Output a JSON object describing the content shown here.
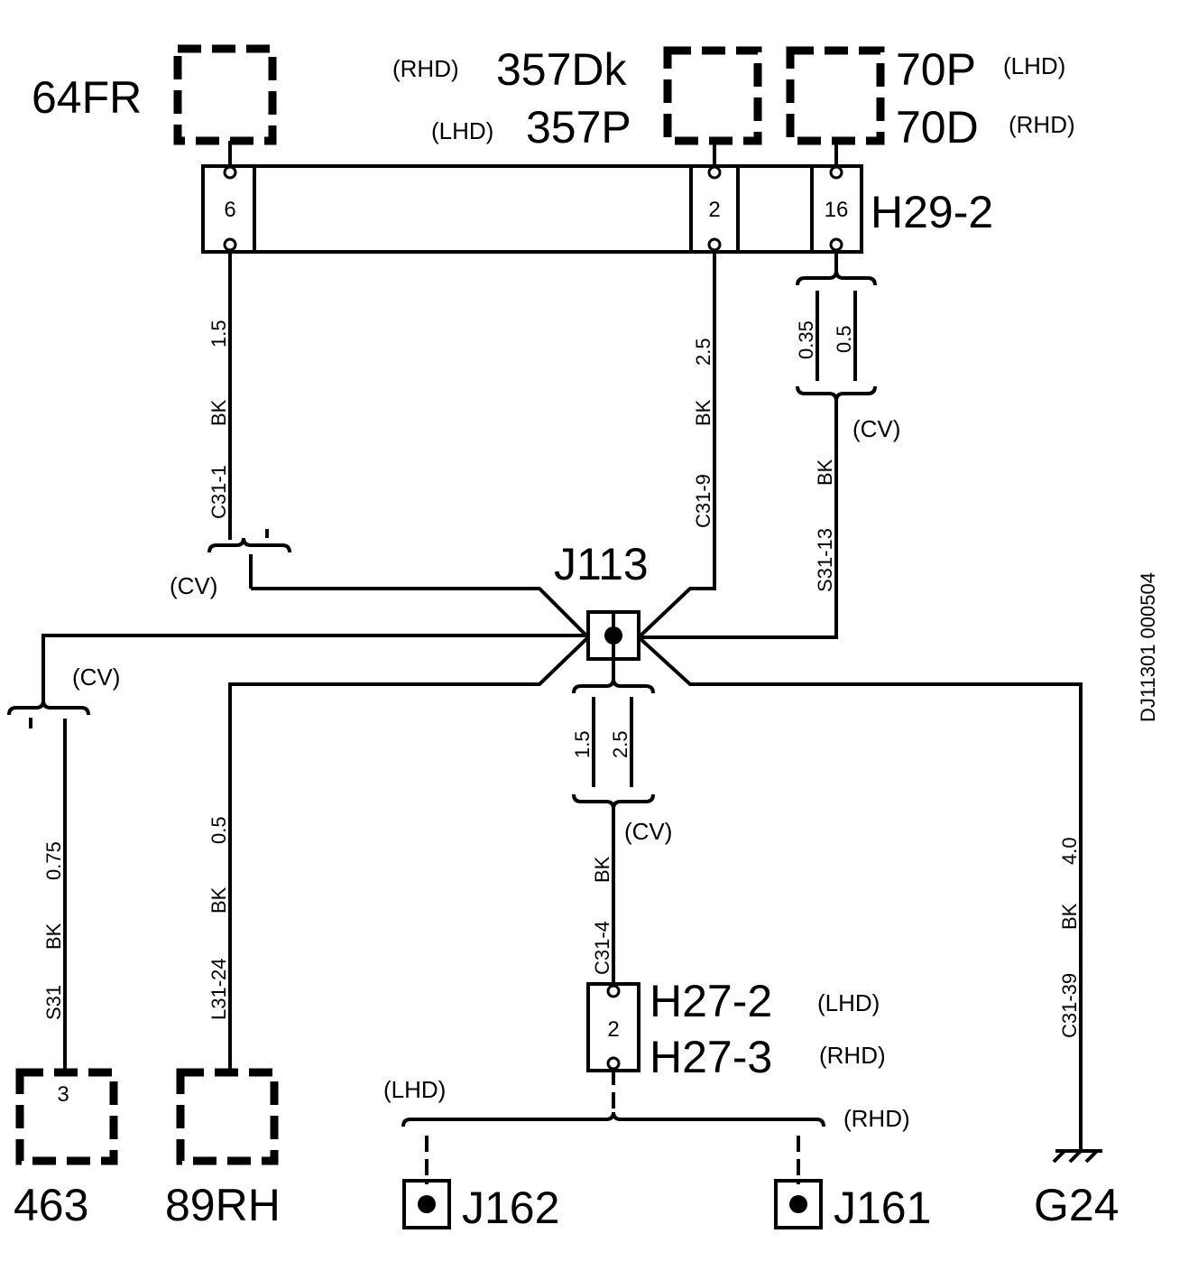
{
  "diagram_id": "DJ11301 000504",
  "components": {
    "c64fr": "64FR",
    "c357_top": {
      "variant": "(RHD)",
      "label": "357Dk"
    },
    "c357_bottom": {
      "variant": "(LHD)",
      "label": "357P"
    },
    "c70_top": {
      "label": "70P",
      "variant": "(LHD)"
    },
    "c70_bottom": {
      "label": "70D",
      "variant": "(RHD)"
    },
    "c463": {
      "label": "463",
      "pin": "3"
    },
    "c89rh": "89RH",
    "j113": "J113",
    "j162": "J162",
    "j161": "J161",
    "g24": "G24"
  },
  "connector_h29": {
    "label": "H29-2",
    "pins": [
      "6",
      "2",
      "16"
    ]
  },
  "connector_h27": {
    "label_top": "H27-2",
    "variant_top": "(LHD)",
    "label_bottom": "H27-3",
    "variant_bottom": "(RHD)",
    "pin": "2"
  },
  "wires": {
    "w1": {
      "circuit": "C31-1",
      "color": "BK",
      "size": "1.5",
      "variant": "(CV)"
    },
    "w2": {
      "circuit": "C31-9",
      "color": "BK",
      "size": "2.5"
    },
    "w3": {
      "circuit": "S31-13",
      "color": "BK",
      "size_a": "0.35",
      "size_b": "0.5",
      "variant": "(CV)"
    },
    "w4": {
      "circuit": "S31",
      "color": "BK",
      "size": "0.75",
      "variant": "(CV)"
    },
    "w5": {
      "circuit": "L31-24",
      "color": "BK",
      "size": "0.5"
    },
    "w6": {
      "circuit": "C31-4",
      "color": "BK",
      "size_a": "1.5",
      "size_b": "2.5",
      "variant": "(CV)"
    },
    "w7": {
      "circuit": "C31-39",
      "color": "BK",
      "size": "4.0"
    }
  },
  "branch_labels": {
    "left": "(LHD)",
    "right": "(RHD)"
  }
}
